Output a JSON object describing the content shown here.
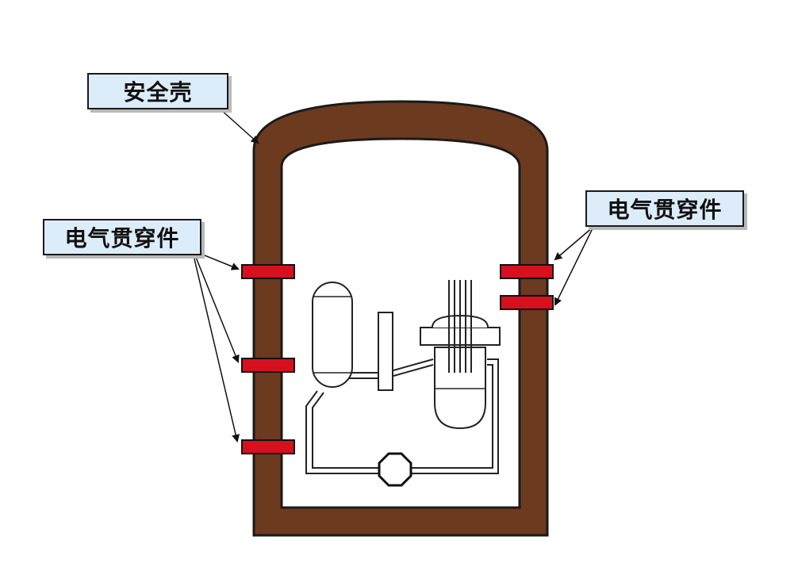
{
  "labels": {
    "containment_shell": "安全壳",
    "electrical_penetration_left": "电气贯穿件",
    "electrical_penetration_right": "电气贯穿件"
  },
  "colors": {
    "containment_wall": "#6b3a1f",
    "penetration": "#d6101f",
    "label_fill": "#dcecf8",
    "outline": "#1a1a1a"
  }
}
